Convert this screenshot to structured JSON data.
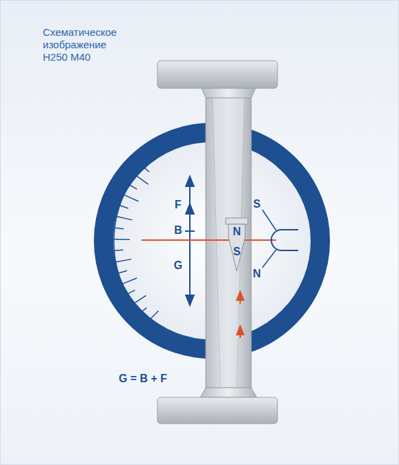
{
  "diagram": {
    "title": "Схематическое изображение H250 M40",
    "labels": [
      "F",
      "S",
      "B",
      "N",
      "S",
      "G",
      "N",
      "G = B + F"
    ]
  }
}
